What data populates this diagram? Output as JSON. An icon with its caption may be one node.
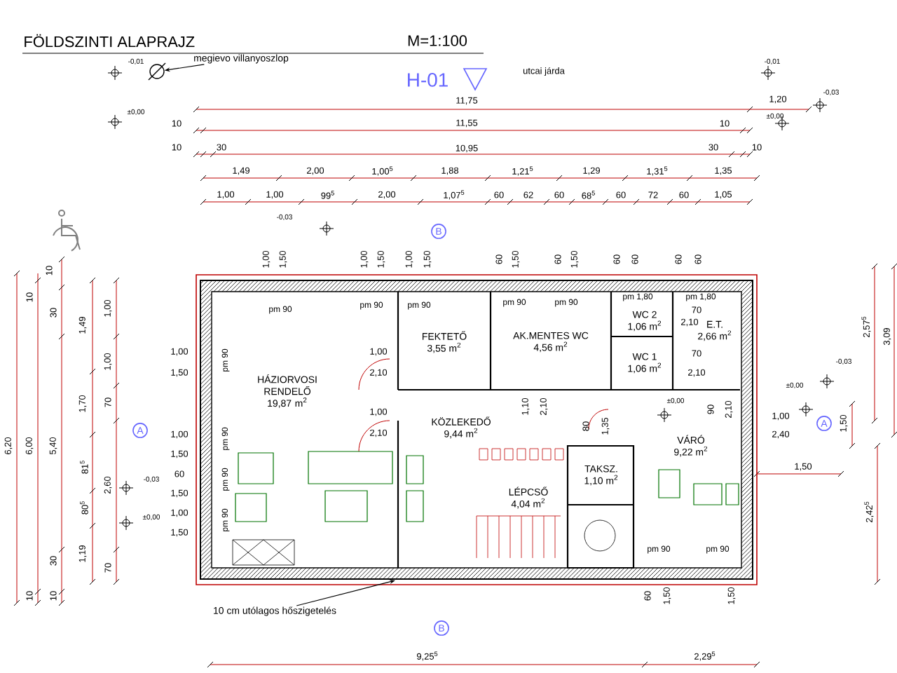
{
  "diagram": {
    "title": "FÖLDSZINTI ALAPRAJZ",
    "nodes": [
      {
        "text": [
          "HÁZIORVOSI RENDELŐ",
          "19,87 m$^{2}$"
        ]
      },
      {
        "text": [
          "FEKTETŐ",
          "3,55 m$^{2}$"
        ]
      },
      {
        "text": [
          "AK.MENTES WC",
          "4,56 m$^{2}$"
        ]
      },
      {
        "text": [
          "WC 2",
          "1,06 m$^{2}$"
        ]
      },
      {
        "text": [
          "WC 1",
          "1,06 m$^{2}$"
        ]
      },
      {
        "text": [
          "E.T.",
          "2,66 m$^{2}$"
        ]
      },
      {
        "text": [
          "KÖZLEKEDŐ",
          "9,44 m$^{2}$"
        ]
      },
      {
        "text": [
          "LÉPCSŐ",
          "4,04 m$^{2}$"
        ]
      },
      {
        "text": [
          "TAKSZ.",
          "1,10 m$^{2}$"
        ]
      },
      {
        "text": [
          "VÁRÓ",
          "9,22 m$^{2}$"
        ]
      },
      {
        "text": [
          "megievo villanyoszlop"
        ]
      },
      {
        "text": [],
        "shape": "circle"
      },
      {
        "text": [
          "10 cm utólagos hőszigetelés"
        ]
      }
    ],
    "edges": [
      {
        "from": 10,
        "to": 11,
        "arrow": "to"
      },
      {
        "from": 12,
        "to": null,
        "arrow": "to"
      }
    ],
    "labels": [
      "M=1:100",
      "-0,01",
      "H-01",
      "utcai járda",
      "-0,01",
      "±0,00",
      "11,75",
      "1,20",
      "-0,03",
      "±0,00",
      "10",
      "11,55",
      "10",
      "10",
      "30",
      "10,95",
      "30",
      "10",
      "1,49",
      "2,00",
      "1,00$^{5}$",
      "1,88",
      "1,21$^{5}$",
      "1,29",
      "1,31$^{5}$",
      "1,35",
      "1,00",
      "1,00",
      "99$^{5}$",
      "2,00",
      "1,07$^{5}$",
      "60",
      "62",
      "60",
      "68$^{5}$",
      "60",
      "72",
      "60",
      "1,05",
      "-0,03",
      "B",
      "1,00",
      "1,50",
      "1,00",
      "1,50",
      "1,00",
      "1,50",
      "60",
      "1,50",
      "60",
      "1,50",
      "60",
      "60",
      "60",
      "60",
      "pm 90",
      "pm 90",
      "pm 90",
      "pm 90",
      "pm 90",
      "pm 1,80",
      "pm 1,80",
      "70",
      "2,10",
      "70",
      "2,10",
      "1,00",
      "1,50",
      "1,00",
      "1,50",
      "60",
      "1,50",
      "1,00",
      "1,50",
      "pm 90",
      "pm 90",
      "pm 90",
      "pm 90",
      "1,00",
      "2,10",
      "1,00",
      "2,10",
      "1,10",
      "2,10",
      "±0,00",
      "90",
      "2,10",
      "80",
      "1,35",
      "±0,00",
      "-0,03",
      "1,00",
      "2,40",
      "2,57$^{5}$",
      "3,09",
      "1,50",
      "A",
      "1,50",
      "2,42$^{5}$",
      "pm 90",
      "pm 90",
      "60",
      "1,50",
      "1,50",
      "B",
      "9,25$^{5}$",
      "2,29$^{5}$",
      "A",
      "-0,03",
      "±0,00",
      "10",
      "10",
      "30",
      "1,49",
      "1,00",
      "1,00",
      "1,70",
      "70",
      "6,20",
      "6,00",
      "5,40",
      "81$^{5}$",
      "80$^{5}$",
      "2,60",
      "1,19",
      "30",
      "70",
      "10",
      "10"
    ]
  }
}
